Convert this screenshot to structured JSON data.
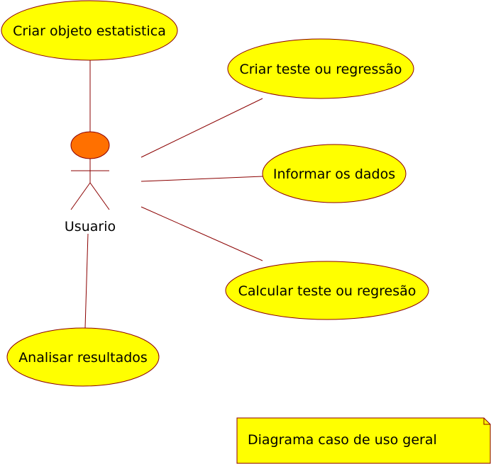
{
  "actor": {
    "label": "Usuario"
  },
  "use_cases": [
    {
      "id": "uc1",
      "label": "Criar objeto estatistica"
    },
    {
      "id": "uc2",
      "label": "Criar teste ou regressão"
    },
    {
      "id": "uc3",
      "label": "Informar os dados"
    },
    {
      "id": "uc4",
      "label": "Calcular teste ou regresão"
    },
    {
      "id": "uc5",
      "label": "Analisar resultados"
    }
  ],
  "note": {
    "text": "Diagrama caso de uso geral"
  },
  "colors": {
    "use_case_fill": "#ffff00",
    "use_case_stroke": "#8b0000",
    "actor_head": "#ff7000",
    "actor_lines": "#8b0000",
    "association": "#8b0000",
    "note_fill": "#ffff00"
  }
}
